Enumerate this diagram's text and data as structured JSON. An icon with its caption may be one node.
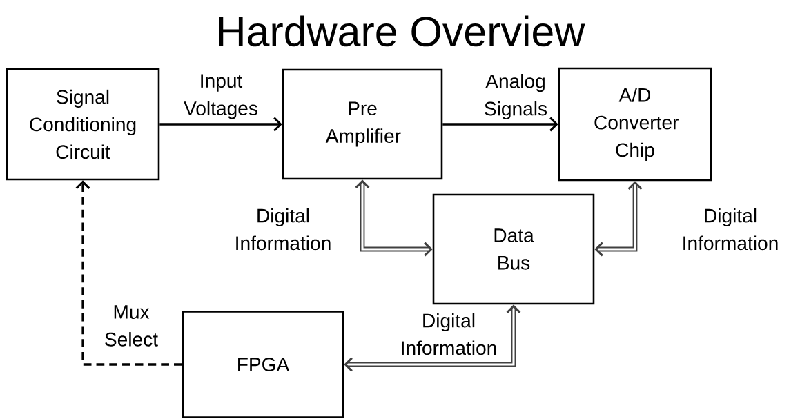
{
  "diagram": {
    "title": "Hardware Overview",
    "nodes": [
      {
        "text": [
          "Signal Conditioning Circuit"
        ]
      },
      {
        "text": [
          "Pre Amplifier"
        ]
      },
      {
        "text": [
          "A/D Converter Chip"
        ]
      },
      {
        "text": [
          "Data Bus"
        ]
      },
      {
        "text": [
          "FPGA"
        ]
      }
    ],
    "edges": [
      {
        "from": 0,
        "to": 1,
        "arrow": "to",
        "label": "Input Voltages"
      },
      {
        "from": 1,
        "to": 2,
        "arrow": "to",
        "label": "Analog Signals"
      },
      {
        "from": 1,
        "to": 3,
        "arrow": "both",
        "label": "Digital Information",
        "style": "thick"
      },
      {
        "from": 2,
        "to": 3,
        "arrow": "both",
        "label": "Digital Information",
        "style": "thick"
      },
      {
        "from": 4,
        "to": 3,
        "arrow": "both",
        "label": "Digital Information",
        "style": "thick"
      },
      {
        "from": 4,
        "to": 0,
        "arrow": "to",
        "label": "Mux Select",
        "style": "dashed"
      }
    ]
  }
}
